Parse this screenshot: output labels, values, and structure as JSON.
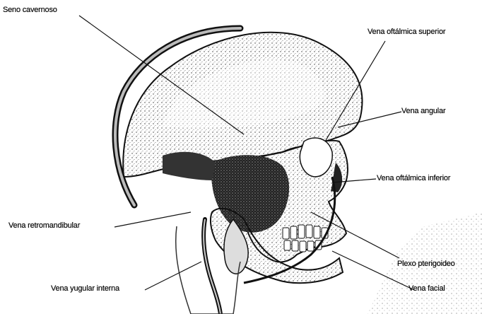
{
  "figure": {
    "labels": {
      "seno_cavernoso": "Seno cavernoso",
      "vena_oftalmica_superior": "Vena oftálmica superior",
      "vena_angular": "Vena angular",
      "vena_oftalmica_inferior": "Vena oftálmica inferior",
      "vena_retromandibular": "Vena retromandibular",
      "plexo_pterigoideo": "Plexo pterigoideo",
      "vena_yugular_interna": "Vena yugular interna",
      "vena_facial": "Vena facial"
    }
  }
}
